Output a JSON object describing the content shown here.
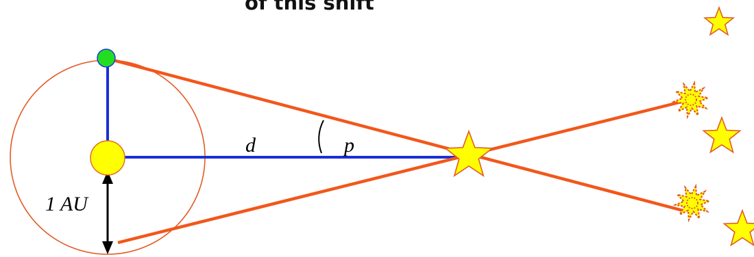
{
  "heading": "of this shift",
  "labels": {
    "distance": "d",
    "parallax_angle": "p",
    "baseline": "1 AU"
  },
  "colors": {
    "sight_lines": "#f2571b",
    "blue_lines": "#1a2fd6",
    "orbit": "#e25a25",
    "sun_fill": "#ffff00",
    "sun_stroke": "#e07020",
    "earth_fill": "#22dd22",
    "earth_stroke": "#1e3ad6",
    "star_fill": "#ffff00",
    "star_stroke": "#e25a25",
    "arrow": "#000000"
  }
}
